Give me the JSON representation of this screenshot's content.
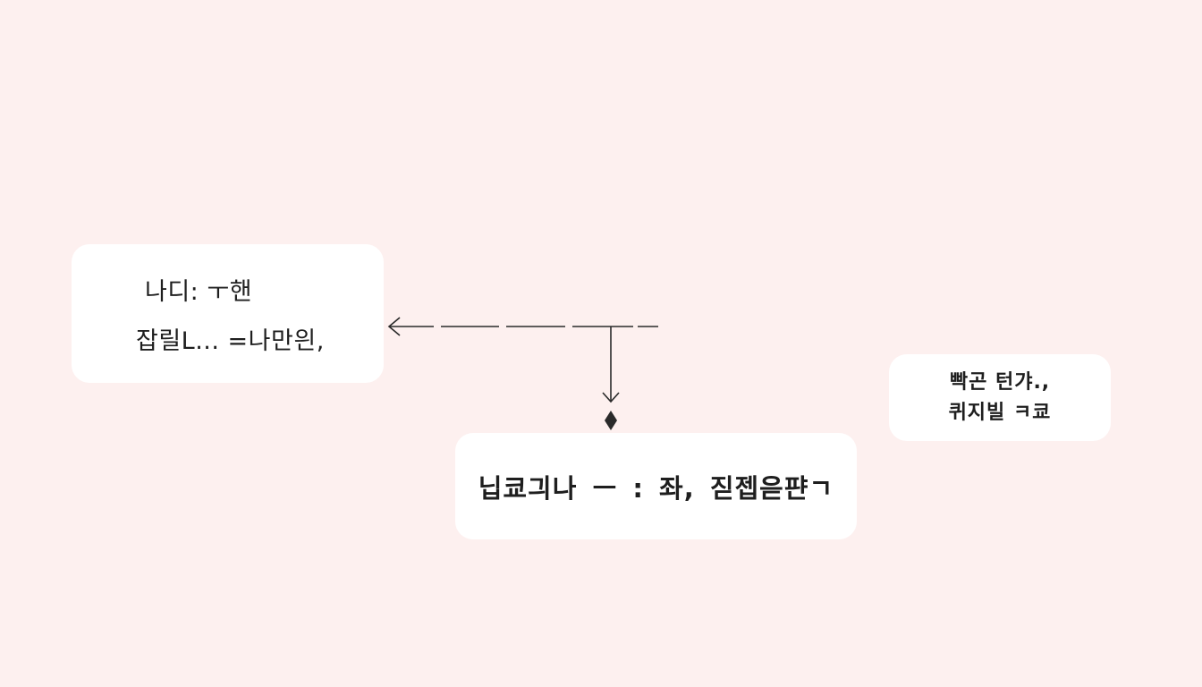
{
  "diagram": {
    "background_color": "#fdf0ef",
    "node_color": "#ffffff",
    "line_color": "#2a2a2a",
    "nodes": [
      {
        "id": "left",
        "lines": [
          "나디: ㅜ핸",
          "잡릴L... =나만읜,"
        ]
      },
      {
        "id": "bottom",
        "lines": [
          "닙쿄긔나 ㅡ : 좌, 짇젭읃퍈ㄱ"
        ]
      },
      {
        "id": "right",
        "lines": [
          "빡곤 턴갸.,",
          "퀴지빌 ㅋ쿄"
        ]
      }
    ],
    "connectors": [
      {
        "from": "dashed-horizontal",
        "to": "left",
        "style": "dashed",
        "arrow": "open-arrow-left"
      },
      {
        "from": "dashed-horizontal",
        "to": "bottom",
        "style": "solid",
        "arrow": "open-arrow-down",
        "end_marker": "diamond"
      }
    ]
  }
}
